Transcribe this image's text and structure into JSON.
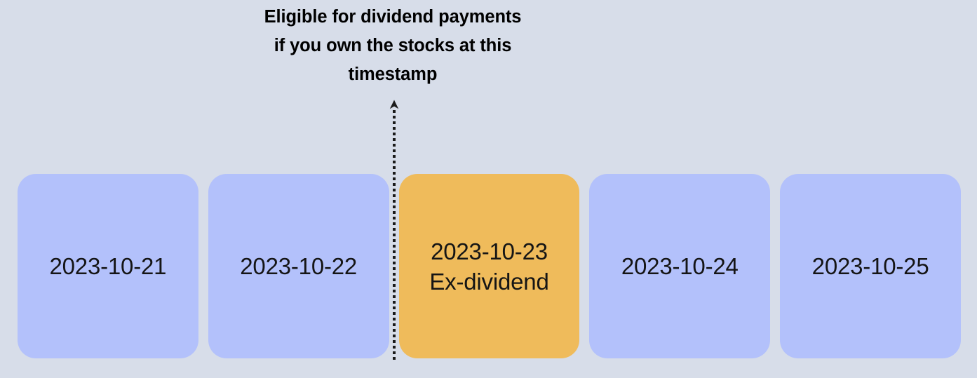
{
  "background_color": "#d7dde9",
  "annotation": {
    "text": "Eligible for dividend payments\nif you own the stocks at this\ntimestamp",
    "color": "#000000",
    "pointer": {
      "icon": "arrow-up-icon",
      "style": "dotted",
      "color": "#1a1a1a"
    }
  },
  "timeline": {
    "normal_color": "#b3c1fb",
    "highlight_color": "#efbb5b",
    "days": [
      {
        "date": "2023-10-21",
        "note": "",
        "highlighted": false
      },
      {
        "date": "2023-10-22",
        "note": "",
        "highlighted": false
      },
      {
        "date": "2023-10-23",
        "note": "Ex-dividend",
        "highlighted": true
      },
      {
        "date": "2023-10-24",
        "note": "",
        "highlighted": false
      },
      {
        "date": "2023-10-25",
        "note": "",
        "highlighted": false
      }
    ]
  },
  "chart_data": {
    "type": "table",
    "title": "Eligible for dividend payments if you own the stocks at this timestamp",
    "categories": [
      "2023-10-21",
      "2023-10-22",
      "2023-10-23",
      "2023-10-24",
      "2023-10-25"
    ],
    "annotations": [
      {
        "text": "Eligible for dividend payments if you own the stocks at this timestamp",
        "points_to": "2023-10-23",
        "marker": "dotted vertical arrow at boundary before 2023-10-23"
      },
      {
        "text": "Ex-dividend",
        "on": "2023-10-23"
      }
    ],
    "series": [
      {
        "name": "highlighted",
        "values": [
          false,
          false,
          true,
          false,
          false
        ]
      }
    ],
    "legend_position": "none",
    "grid": false
  }
}
